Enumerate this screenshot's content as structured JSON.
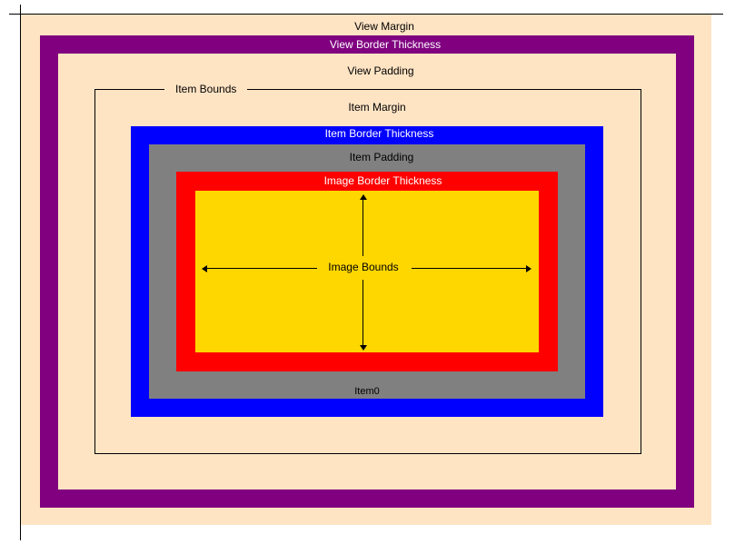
{
  "labels": {
    "view_margin": "View Margin",
    "view_border": "View Border Thickness",
    "view_padding": "View Padding",
    "item_bounds": "Item Bounds",
    "item_margin": "Item Margin",
    "item_border": "Item Border Thickness",
    "item_padding": "Item Padding",
    "image_border": "Image Border Thickness",
    "image_bounds": "Image Bounds",
    "item_caption": "Item0"
  },
  "colors": {
    "view_margin": "#FFE4C4",
    "view_border": "#800080",
    "view_padding": "#FFE4C4",
    "item_border": "#0000FF",
    "item_padding": "#808080",
    "image_border": "#FF0000",
    "image_bounds": "#FFD700"
  }
}
